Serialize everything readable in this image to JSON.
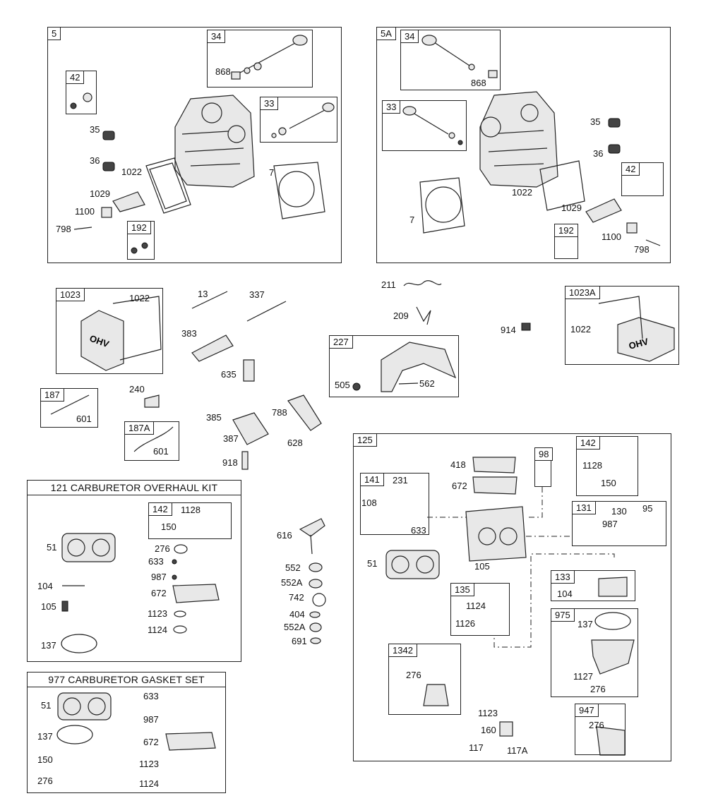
{
  "boxes": {
    "b5": "5",
    "b5a": "5A",
    "b34a": "34",
    "b33a": "33",
    "b42a": "42",
    "b192a": "192",
    "b34b": "34",
    "b33b": "33",
    "b42b": "42",
    "b192b": "192",
    "b1023": "1023",
    "b1023a": "1023A",
    "b227": "227",
    "b187": "187",
    "b187a": "187A",
    "b125": "125",
    "b141": "141",
    "b98": "98",
    "b142a": "142",
    "b131": "131",
    "b133": "133",
    "b135": "135",
    "b975": "975",
    "b1342": "1342",
    "b947": "947",
    "b142b": "142"
  },
  "kits": {
    "k121": "121 CARBURETOR OVERHAUL KIT",
    "k977": "977 CARBURETOR GASKET SET"
  },
  "labels": {
    "l868a": "868",
    "l42a": "",
    "l35a": "35",
    "l36a": "36",
    "l1022a": "1022",
    "l7a": "7",
    "l1029a": "1029",
    "l1100a": "1100",
    "l798a": "798",
    "l868b": "868",
    "l35b": "35",
    "l36b": "36",
    "l1022b": "1022",
    "l7b": "7",
    "l1029b": "1029",
    "l1100b": "1100",
    "l798b": "798",
    "l1022c": "1022",
    "l13": "13",
    "l337": "337",
    "l383": "383",
    "l635": "635",
    "l211": "211",
    "l209": "209",
    "l914": "914",
    "l1022d": "1022",
    "l505": "505",
    "l562": "562",
    "l240": "240",
    "l601a": "601",
    "l601b": "601",
    "l385": "385",
    "l387": "387",
    "l788": "788",
    "l628": "628",
    "l918": "918",
    "k51": "51",
    "k104": "104",
    "k105": "105",
    "k137": "137",
    "k1128": "1128",
    "k150": "150",
    "k276": "276",
    "k633": "633",
    "k987": "987",
    "k672": "672",
    "k1123": "1123",
    "k1124": "1124",
    "g51": "51",
    "g137": "137",
    "g150": "150",
    "g276": "276",
    "g633": "633",
    "g987": "987",
    "g672": "672",
    "g1123": "1123",
    "g1124": "1124",
    "l616": "616",
    "l552": "552",
    "l552a": "552A",
    "l742": "742",
    "l404": "404",
    "l552a2": "552A",
    "l691": "691",
    "c418": "418",
    "c672": "672",
    "c231": "231",
    "c108": "108",
    "c633": "633",
    "c1128": "1128",
    "c150": "150",
    "c130": "130",
    "c95": "95",
    "c987": "987",
    "c51": "51",
    "c105": "105",
    "c104": "104",
    "c1124": "1124",
    "c1126": "1126",
    "c137": "137",
    "c1127": "1127",
    "c276a": "276",
    "c276b": "276",
    "c276c": "276",
    "c1123": "1123",
    "c160": "160",
    "c117": "117",
    "c117a": "117A"
  }
}
